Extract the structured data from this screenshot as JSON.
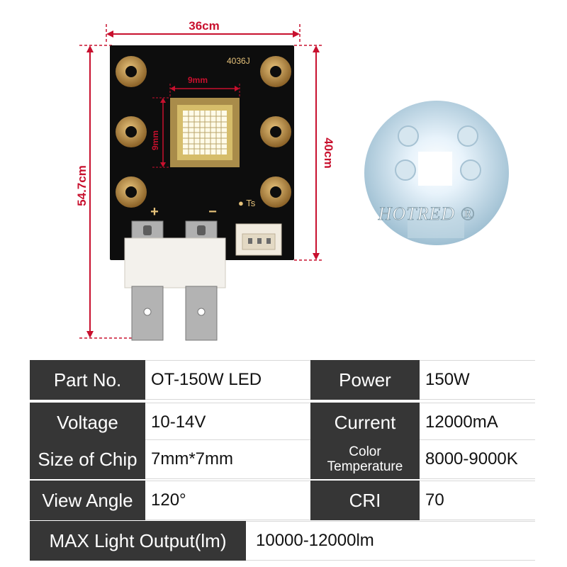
{
  "product_image": {
    "board_label": "4036J",
    "polarity_plus": "+",
    "polarity_minus": "−",
    "sensor_label": "● Ts",
    "watermark": "HOTRED ®"
  },
  "dimensions": {
    "width": "36cm",
    "height_total": "54.7cm",
    "height_board": "40cm",
    "chip_width": "9mm",
    "chip_height": "9mm"
  },
  "specs": [
    {
      "label": "Part No.",
      "value": "OT-150W LED",
      "label2": "Power",
      "value2": "150W"
    },
    {
      "label": "Voltage",
      "value": "10-14V",
      "label2": "Current",
      "value2": "12000mA"
    },
    {
      "label": "Size of Chip",
      "value": "7mm*7mm",
      "label2_lines": [
        "Color",
        "Temperature"
      ],
      "value2": "8000-9000K"
    },
    {
      "label": "View Angle",
      "value": "120°",
      "label2": "CRI",
      "value2": "70"
    }
  ],
  "max_output": {
    "label": "MAX Light Output(lm)",
    "value": "10000-12000lm"
  },
  "colors": {
    "dimension_red": "#c8102e",
    "board": "#0d0d0d",
    "pad_gold": "#b98a3e",
    "label_bg": "#363636"
  }
}
